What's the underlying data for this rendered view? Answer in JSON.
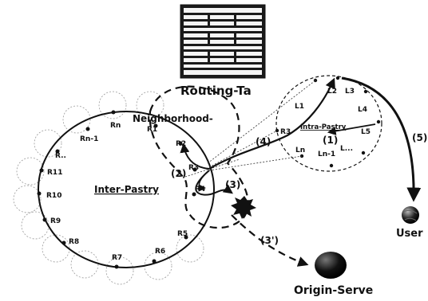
{
  "figure": {
    "routing_table_label": "Routing-Ta",
    "neighborhood_label": "Neighborhood-",
    "inter_pastry_label": "Inter-Pastry",
    "intra_pastry_label": "Intra-Pastry",
    "user_label": "User",
    "origin_server_label": "Origin-Serve"
  },
  "inter_ring_nodes": [
    "Rn",
    "Rn-1",
    "R..",
    "R11",
    "R10",
    "R9",
    "R8",
    "R7",
    "R6",
    "R5",
    "R4",
    "R3",
    "R2",
    "R1"
  ],
  "intra_ring_nodes": [
    "L1",
    "L2",
    "L3",
    "L4",
    "L5",
    "L...",
    "Ln-1",
    "Ln",
    "R3"
  ],
  "steps": [
    "(1)",
    "(2)",
    "(3)",
    "(3')",
    "(4)",
    "(5)"
  ],
  "colors": {
    "ink": "#111111",
    "table_bg": "#1a1a1a",
    "table_cell": "#f4f4f4"
  }
}
